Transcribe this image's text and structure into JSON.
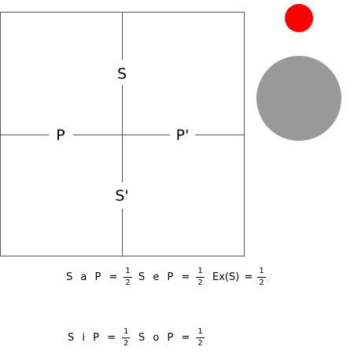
{
  "square_labels": {
    "top": "S",
    "left": "P",
    "right": "P'",
    "bottom": "S'"
  },
  "colors": {
    "small_circle": "#ff0000",
    "large_circle": "#999999",
    "lines": "#555555"
  },
  "equations": [
    {
      "lhs": "S a P =",
      "num": "1",
      "den": "2"
    },
    {
      "lhs": "S e P =",
      "num": "1",
      "den": "2"
    },
    {
      "lhs": "Ex(S) =",
      "num": "1",
      "den": "2"
    },
    {
      "lhs": "S i P =",
      "num": "1",
      "den": "2"
    },
    {
      "lhs": "S o P =",
      "num": "1",
      "den": "2"
    }
  ]
}
